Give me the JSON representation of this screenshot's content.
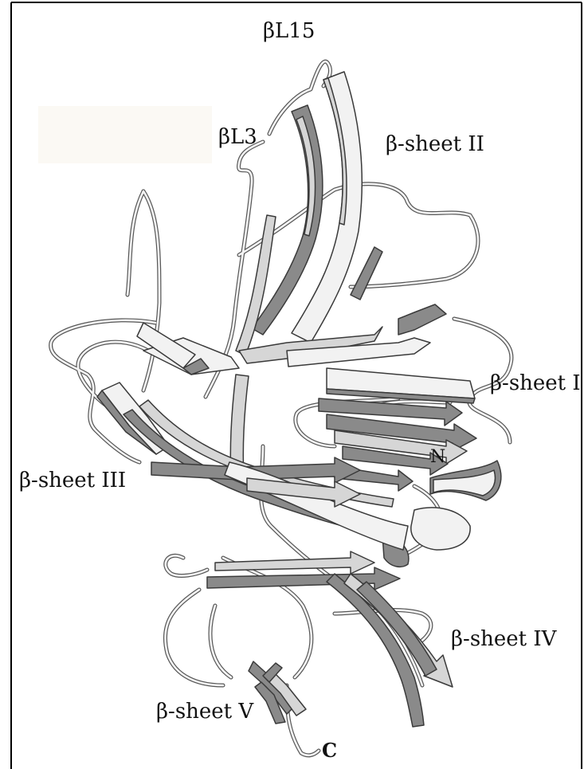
{
  "labels": {
    "bl15": "βL15",
    "bl3": "βL3",
    "sheet_ii": "β-sheet II",
    "sheet_i": "β-sheet I",
    "n_term": "N",
    "sheet_iii": "β-sheet III",
    "sheet_iv": "β-sheet IV",
    "sheet_v": "β-sheet V",
    "c_term": "C"
  },
  "colors": {
    "background": "#ffffff",
    "frame": "#000000",
    "strand_light": "#f2f2f2",
    "strand_mid": "#d6d6d6",
    "strand_dark": "#8a8a8a",
    "strand_edge": "#3a3a3a",
    "coil_outline": "#555555",
    "coil_fill": "#f4f4f4",
    "blank_patch": "#fbf9f4"
  }
}
